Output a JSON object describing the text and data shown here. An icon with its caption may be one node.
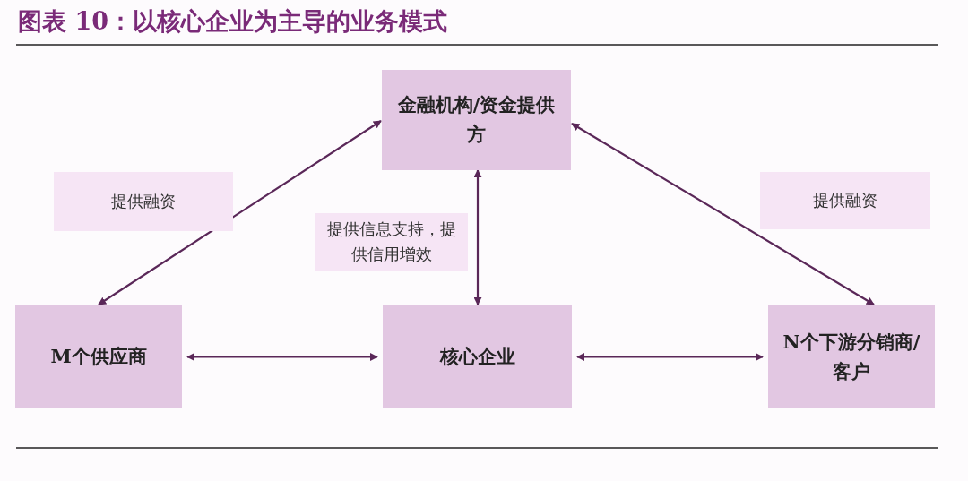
{
  "diagram": {
    "title": "图表 10：以核心企业为主导的业务模式",
    "nodes": [
      {
        "text": [
          "金融机构/资金提供方"
        ]
      },
      {
        "text": [
          "M个供应商"
        ]
      },
      {
        "text": [
          "核心企业"
        ]
      },
      {
        "text": [
          "N个下游分销商/客户"
        ]
      }
    ],
    "edges": [
      {
        "from": 1,
        "to": 0,
        "arrow": "both",
        "label": "提供融资"
      },
      {
        "from": 0,
        "to": 2,
        "arrow": "both",
        "label": "提供信息支持，提供信用增效"
      },
      {
        "from": 0,
        "to": 3,
        "arrow": "both",
        "label": "提供融资"
      },
      {
        "from": 1,
        "to": 2,
        "arrow": "both"
      },
      {
        "from": 2,
        "to": 3,
        "arrow": "both"
      }
    ]
  }
}
